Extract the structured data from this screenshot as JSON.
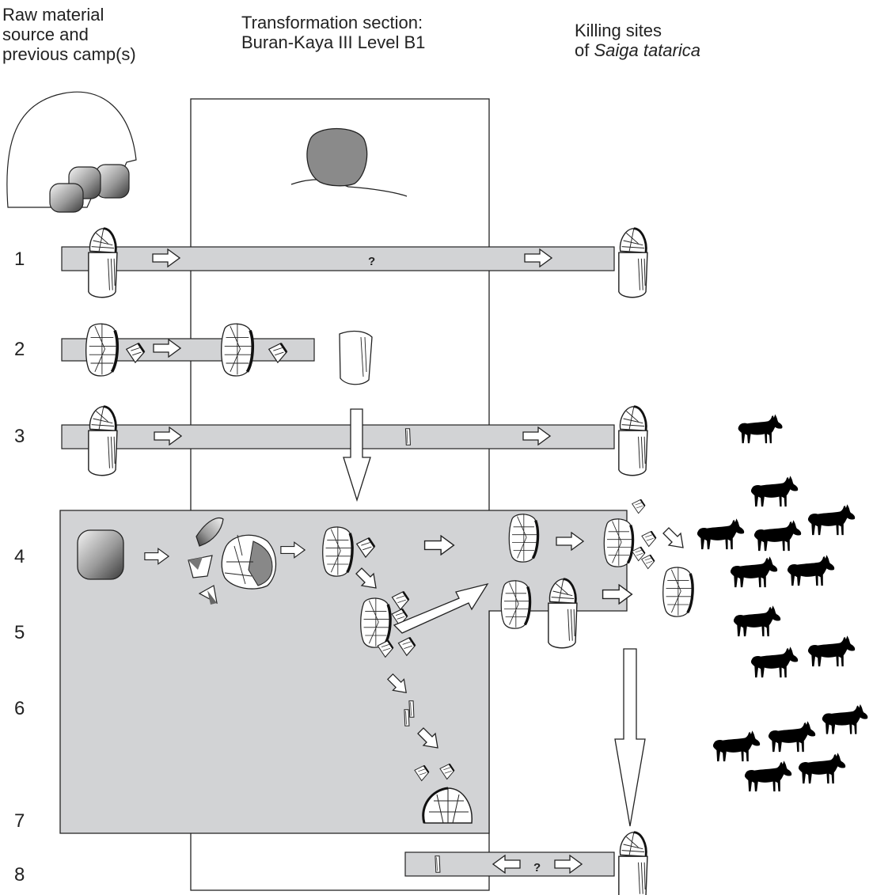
{
  "columns": {
    "left": {
      "lines": [
        "Raw material",
        "source and",
        "previous camp(s)"
      ]
    },
    "center": {
      "lines": [
        "Transformation section:",
        "Buran-Kaya III Level B1"
      ]
    },
    "right": {
      "line1": "Killing sites",
      "line2_prefix": "of ",
      "line2_italic": "Saiga tatarica"
    }
  },
  "rows": [
    "1",
    "2",
    "3",
    "4",
    "5",
    "6",
    "7",
    "8"
  ],
  "unknown_marks": {
    "row1": "?",
    "row8": "?"
  },
  "colors": {
    "band": "#d2d3d5",
    "panel": "#d2d3d5",
    "line": "#222222",
    "silhouette": "#000000"
  },
  "icons": [
    "cave-icon",
    "raw-nodule-icon",
    "person-silhouette-icon",
    "core-icon",
    "flake-icon",
    "bladelet-icon",
    "arrow-right-icon",
    "arrow-down-icon",
    "saiga-silhouette-icon"
  ]
}
